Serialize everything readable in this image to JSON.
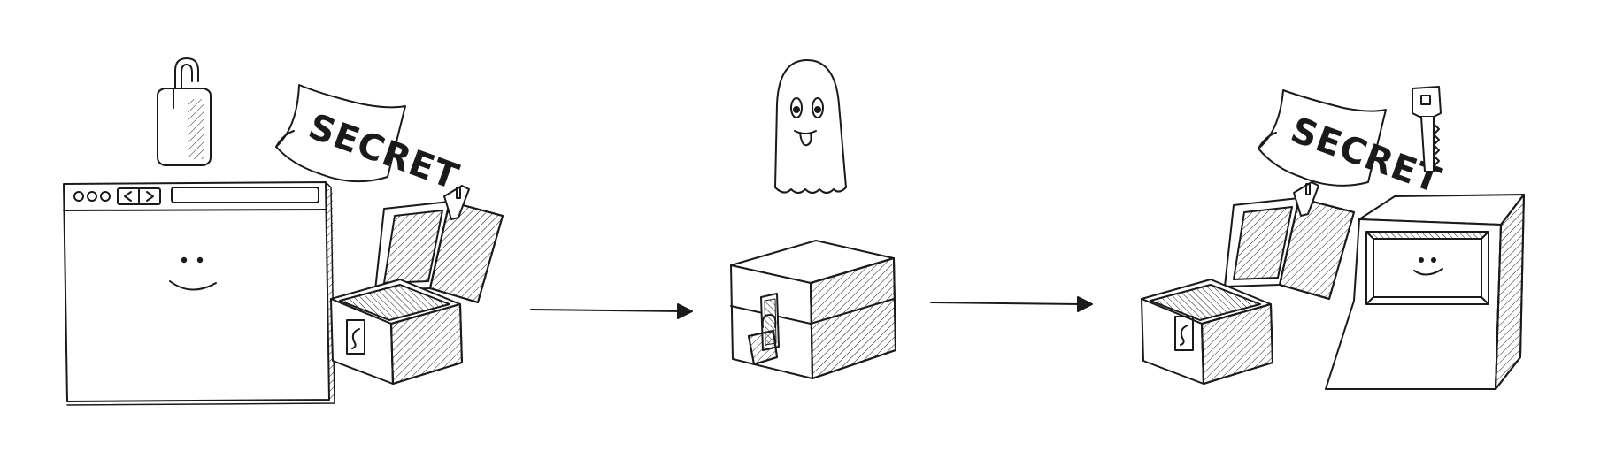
{
  "diagram": {
    "steps": [
      {
        "id": "sender",
        "items": [
          "padlock-open",
          "secret-note",
          "browser-window",
          "open-chest"
        ]
      },
      {
        "id": "transit",
        "items": [
          "ghost",
          "locked-box"
        ]
      },
      {
        "id": "receiver",
        "items": [
          "secret-note",
          "key",
          "open-chest",
          "computer"
        ]
      }
    ],
    "secret_label_left": "SECRET",
    "secret_label_right": "SECRET",
    "chest_symbol": "S",
    "colors": {
      "ink": "#1a1a1a",
      "paper": "#ffffff"
    }
  }
}
